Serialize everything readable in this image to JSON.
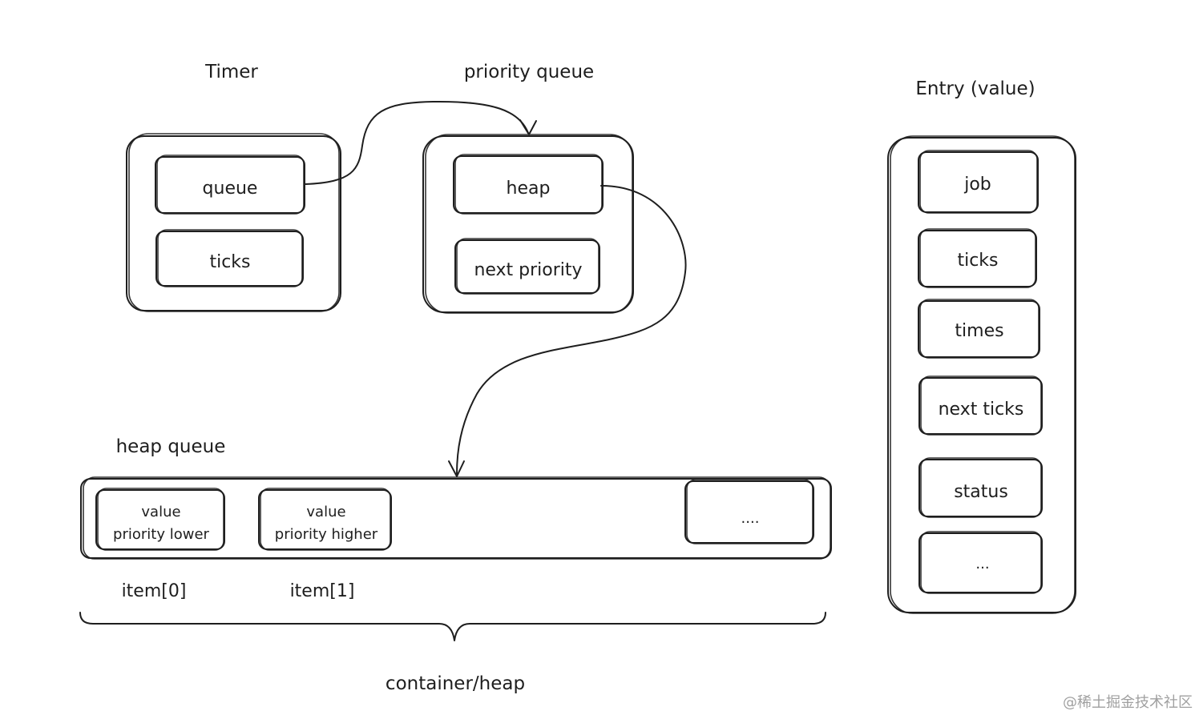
{
  "timer": {
    "title": "Timer",
    "fields": [
      "queue",
      "ticks"
    ]
  },
  "priority_queue": {
    "title": "priority queue",
    "fields": [
      "heap",
      "next priority"
    ]
  },
  "entry": {
    "title": "Entry (value)",
    "fields": [
      "job",
      "ticks",
      "times",
      "next ticks",
      "status",
      "..."
    ]
  },
  "heap_queue": {
    "title": "heap queue",
    "items": [
      {
        "line1": "value",
        "line2": "priority lower",
        "index_label": "item[0]"
      },
      {
        "line1": "value",
        "line2": "priority higher",
        "index_label": "item[1]"
      }
    ],
    "more": "....",
    "brace_label": "container/heap"
  },
  "watermark": "@稀土掘金技术社区"
}
